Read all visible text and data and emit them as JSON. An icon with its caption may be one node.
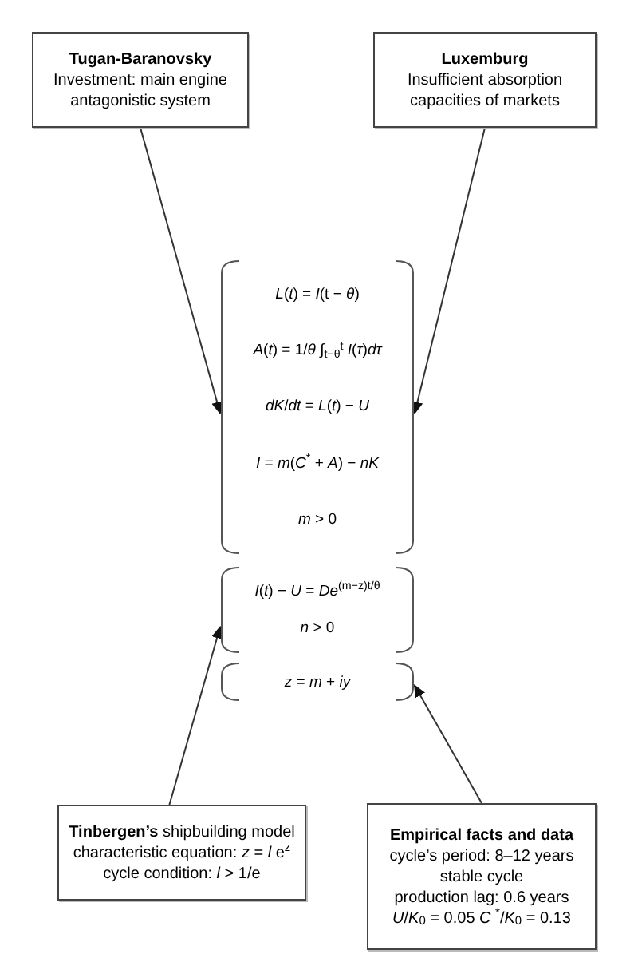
{
  "diagram": {
    "nodes": [
      {
        "text": [
          "Tugan-Baranovsky",
          "Investment: main engine antagonistic system"
        ]
      },
      {
        "text": [
          "Luxemburg",
          "Insufficient absorption capacities of markets"
        ]
      },
      {
        "text": [
          "*L*(*t*) = *I*(t − *θ*)",
          "*A*(*t*) = 1/*θ* ∫$_{t−θ}$$^{t}$ *I*(*τ*)*dτ*",
          "*dK*/*dt* = *L*(*t*) − *U*",
          "*I* = *m*(*C*$^{*}$ + *A*) − *nK*",
          "*m* > 0"
        ]
      },
      {
        "text": [
          "*I*(*t*) − *U* = *De*$^{(m−z)t/θ}$",
          "*n* > 0"
        ]
      },
      {
        "text": [
          "*z* = *m* + *iy*"
        ]
      },
      {
        "text": [
          "**Tinbergen’s** shipbuilding model",
          "characteristic equation:  *z* = *l* e$^{z}$",
          "cycle condition: *l* > 1/e"
        ]
      },
      {
        "text": [
          "Empirical facts and data",
          "cycle’s period: 8–12 years",
          "stable cycle",
          "production lag: 0.6 years",
          "*U*/*K*$_{0}$ = 0.05   *C* $^{*}$/*K*$_{0}$ = 0.13"
        ]
      }
    ],
    "edges": [
      {
        "from": 0,
        "to": 2,
        "arrow": "to"
      },
      {
        "from": 1,
        "to": 2,
        "arrow": "to"
      },
      {
        "from": 5,
        "to": 3,
        "arrow": "to"
      },
      {
        "from": 6,
        "to": 4,
        "arrow": "to"
      }
    ]
  }
}
